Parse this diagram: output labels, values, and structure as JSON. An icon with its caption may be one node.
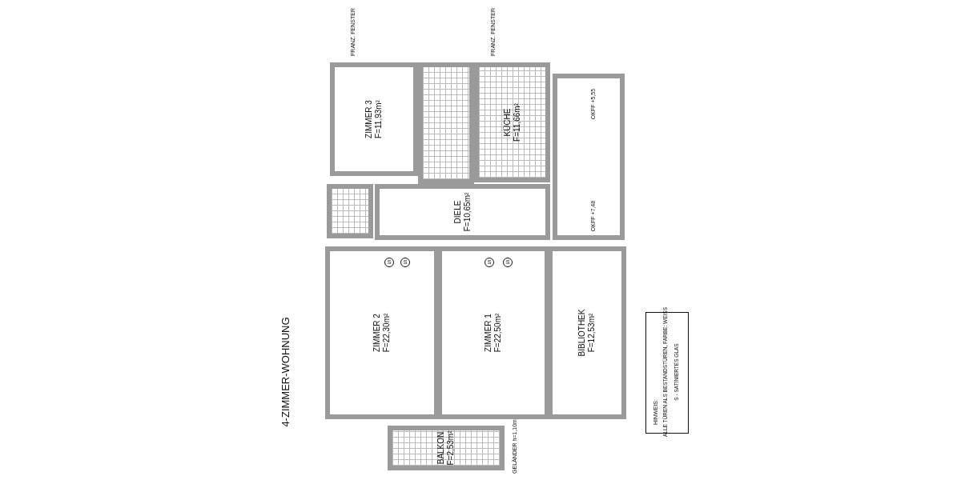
{
  "diagram": {
    "title": "4-ZIMMER-WOHNUNG",
    "nodes": [
      {
        "text": [
          "ZIMMER 3",
          "F=11,93m²"
        ]
      },
      {
        "text": [],
        "shape": "box"
      },
      {
        "text": [
          "KÜCHE",
          "F=11,66m²"
        ]
      },
      {
        "text": [],
        "shape": "box"
      },
      {
        "text": [],
        "shape": "box"
      },
      {
        "text": [
          "DIELE",
          "F=10,65m²"
        ]
      },
      {
        "text": [
          "ZIMMER 2",
          "F=22,30m²"
        ]
      },
      {
        "text": [
          "ZIMMER 1",
          "F=22,50m²"
        ]
      },
      {
        "text": [
          "BIBLIOTHEK",
          "F=12,53m²"
        ]
      },
      {
        "text": [
          "BALKON",
          "F=2,53m²"
        ]
      }
    ],
    "labels": [
      "FRANZ. FENSTER",
      "FRANZ. FENSTER",
      "OKFF +5,55",
      "OKFF +7,48",
      "S",
      "S",
      "S",
      "S",
      "GELÄNDER h=1,10m",
      "HINWEIS:"
    ],
    "legend": [
      {
        "text": "ALLE TÜREN ALS BESTANDSTÜREN, FARBE: WEISS"
      },
      {
        "text": "S - SATINIERTES GLAS"
      }
    ]
  }
}
